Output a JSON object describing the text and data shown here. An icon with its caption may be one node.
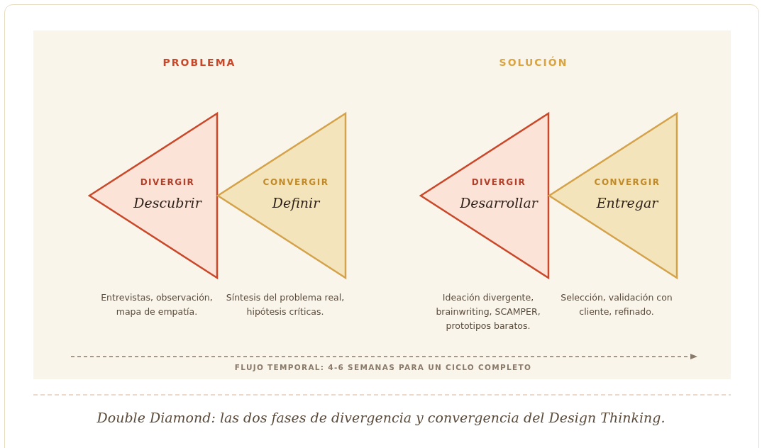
{
  "diagram": {
    "caption": "Double Diamond: las dos fases de divergencia y convergencia del Design Thinking.",
    "nodes": [
      {
        "text": [
          "DIVERGIR",
          "Descubrir"
        ],
        "beside": [
          "Entrevistas, observación, mapa de empatía."
        ]
      },
      {
        "text": [
          "CONVERGIR",
          "Definir"
        ],
        "beside": [
          "Síntesis del problema real, hipótesis críticas."
        ]
      },
      {
        "text": [
          "DIVERGIR",
          "Desarrollar"
        ],
        "beside": [
          "Ideación divergente, brainwriting, SCAMPER, prototipos baratos."
        ]
      },
      {
        "text": [
          "CONVERGIR",
          "Entregar"
        ],
        "beside": [
          "Selección, validación con cliente, refinado."
        ]
      }
    ],
    "edges": [],
    "labels": [
      "PROBLEMA",
      "SOLUCIÓN",
      "FLUJO TEMPORAL: 4-6 SEMANAS PARA UN CICLO COMPLETO"
    ]
  }
}
